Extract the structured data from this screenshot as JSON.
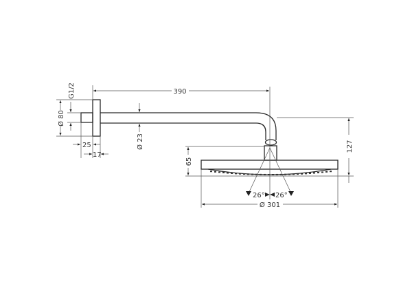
{
  "drawing": {
    "dimensions": {
      "arm_length": "390",
      "flange_diameter": "Ø 80",
      "thread": "G1/2",
      "flange_depth": "25",
      "flange_thickness": "17",
      "arm_diameter": "Ø 23",
      "head_height": "65",
      "total_drop": "127",
      "head_diameter": "Ø 301",
      "spray_angle_left": "26°",
      "spray_angle_right": "26°"
    }
  }
}
